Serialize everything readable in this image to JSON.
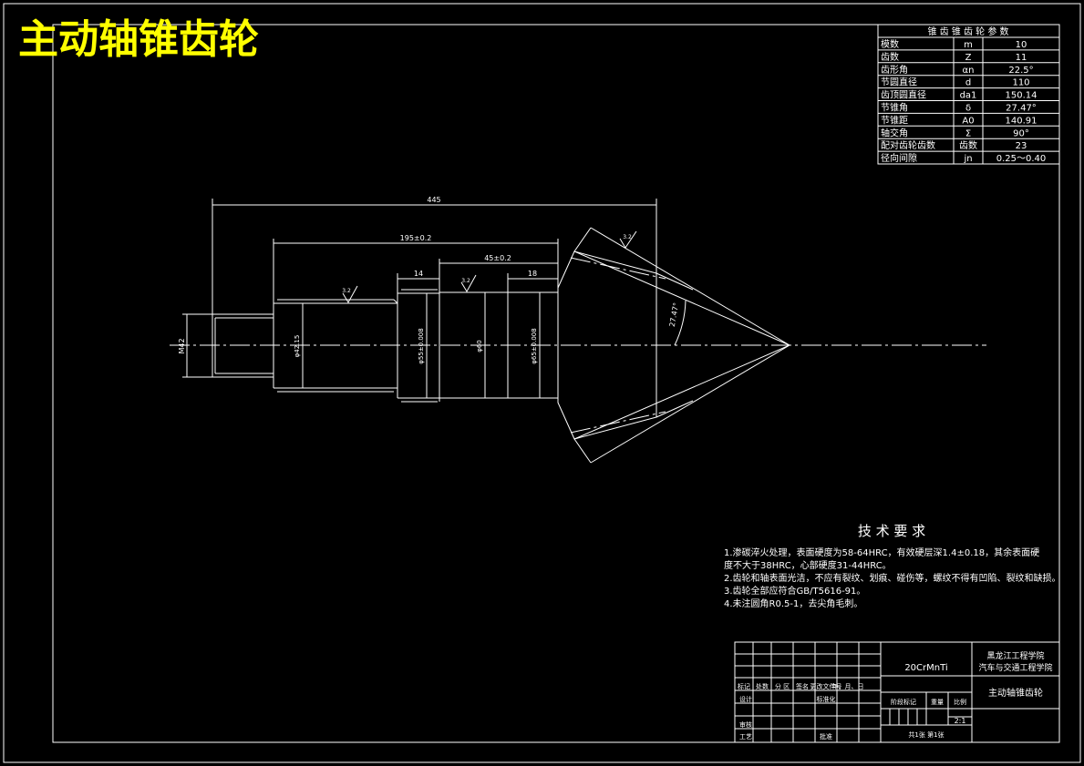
{
  "title": "主动轴锥齿轮",
  "params_table": {
    "header": "锥 齿 锥 齿 轮 参 数",
    "rows": [
      [
        "模数",
        "m",
        "10"
      ],
      [
        "齿数",
        "Z",
        "11"
      ],
      [
        "齿形角",
        "αn",
        "22.5°"
      ],
      [
        "节圆直径",
        "d",
        "110"
      ],
      [
        "齿顶圆直径",
        "da1",
        "150.14"
      ],
      [
        "节锥角",
        "δ",
        "27.47°"
      ],
      [
        "节锥距",
        "A0",
        "140.91"
      ],
      [
        "轴交角",
        "Σ",
        "90°"
      ],
      [
        "配对齿轮齿数",
        "齿数",
        "23"
      ],
      [
        "径向间隙",
        "jn",
        "0.25～0.40"
      ]
    ]
  },
  "dimensions": {
    "overall": "445",
    "d1": "195±0.2",
    "d2": "45±0.2",
    "d3": "14",
    "d4": "18",
    "roughness_a": "3.2",
    "roughness_b": "3.2",
    "roughness_c": "3.2",
    "angle": "27.47°",
    "thread": "M42",
    "dia1": "φ42.15",
    "dia2": "φ55±0.008",
    "dia3": "φ60",
    "dia4": "φ65±0.008"
  },
  "tech": {
    "heading": "技 术 要 求",
    "items": [
      "1.渗碳淬火处理，表面硬度为58-64HRC，有效硬层深1.4±0.18，其余表面硬",
      "  度不大于38HRC，心部硬度31-44HRC。",
      "2.齿轮和轴表面光洁，不应有裂纹、划痕、碰伤等，螺纹不得有凹陷、裂纹和缺损。",
      "3.齿轮全部应符合GB/T5616-91。",
      "4.未注圆角R0.5-1，去尖角毛刺。"
    ]
  },
  "titleblock": {
    "material": "20CrMnTi",
    "school1": "黑龙江工程学院",
    "school2": "汽车与交通工程学院",
    "part_name": "主动轴锥齿轮",
    "h1": "标记",
    "h2": "处数",
    "h3": "分 区",
    "h4": "更改文件号",
    "h5": "签名",
    "h6": "年、月、日",
    "design": "设计",
    "std": "标准化",
    "stage": "阶段标记",
    "weight": "重量",
    "scale_lbl": "比例",
    "scale": "2:1",
    "review": "审核",
    "process": "工艺",
    "approve": "批准",
    "sheets": "共1张  第1张"
  },
  "colors": {
    "hatch": "#00ff00",
    "title": "#ffff00",
    "line": "#ffffff"
  }
}
